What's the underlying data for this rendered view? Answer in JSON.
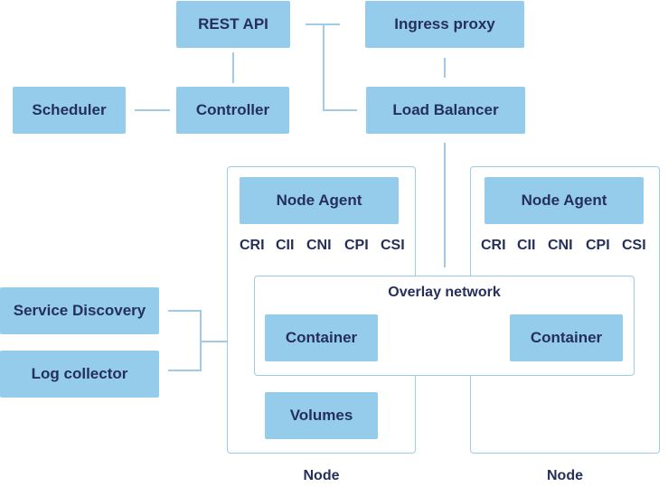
{
  "control_plane": {
    "rest_api": "REST API",
    "ingress_proxy": "Ingress proxy",
    "scheduler": "Scheduler",
    "controller": "Controller",
    "load_balancer": "Load Balancer"
  },
  "external": {
    "service_discovery": "Service Discovery",
    "log_collector": "Log collector"
  },
  "nodes": [
    {
      "agent": "Node Agent",
      "interfaces": [
        "CRI",
        "CII",
        "CNI",
        "CPI",
        "CSI"
      ],
      "container": "Container",
      "volumes": "Volumes",
      "label": "Node"
    },
    {
      "agent": "Node Agent",
      "interfaces": [
        "CRI",
        "CII",
        "CNI",
        "CPI",
        "CSI"
      ],
      "container": "Container",
      "label": "Node"
    }
  ],
  "overlay_network": "Overlay network",
  "colors": {
    "box_fill": "#95ccec",
    "text": "#25305a",
    "line": "#9fcbe8"
  }
}
